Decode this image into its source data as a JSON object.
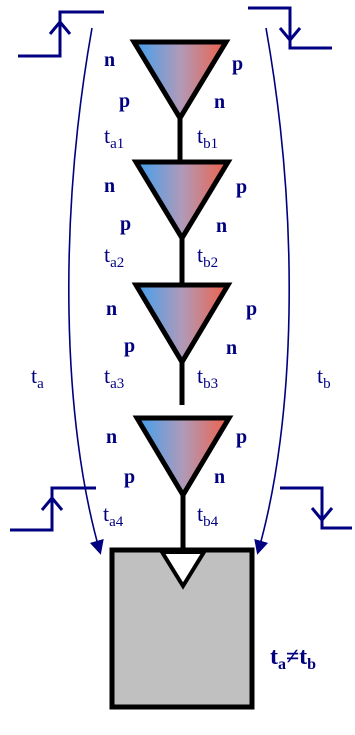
{
  "stages": [
    {
      "left_top": "n",
      "left_bottom": "p",
      "right_top": "p",
      "right_bottom": "n",
      "ta_main": "t",
      "ta_sub": "a1",
      "tb_main": "t",
      "tb_sub": "b1"
    },
    {
      "left_top": "n",
      "left_bottom": "p",
      "right_top": "p",
      "right_bottom": "n",
      "ta_main": "t",
      "ta_sub": "a2",
      "tb_main": "t",
      "tb_sub": "b2"
    },
    {
      "left_top": "n",
      "left_bottom": "p",
      "right_top": "p",
      "right_bottom": "n",
      "ta_main": "t",
      "ta_sub": "a3",
      "tb_main": "t",
      "tb_sub": "b3"
    },
    {
      "left_top": "n",
      "left_bottom": "p",
      "right_top": "p",
      "right_bottom": "n",
      "ta_main": "t",
      "ta_sub": "a4",
      "tb_main": "t",
      "tb_sub": "b4"
    }
  ],
  "outer_left": {
    "main": "t",
    "sub": "a"
  },
  "outer_right": {
    "main": "t",
    "sub": "b"
  },
  "inequality": {
    "a_main": "t",
    "a_sub": "a",
    "symbol": "≠",
    "b_main": "t",
    "b_sub": "b"
  },
  "colors": {
    "gradient_left": "#3ea0f0",
    "gradient_mid": "#b09ab8",
    "gradient_right": "#f06048",
    "text": "#000080",
    "box_fill": "#c0c0c0",
    "wire": "#000000"
  }
}
